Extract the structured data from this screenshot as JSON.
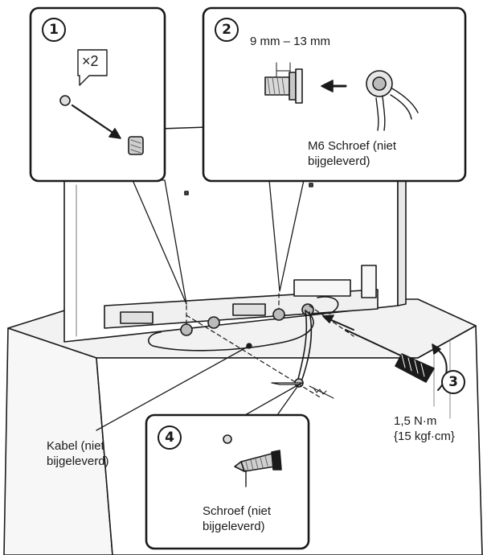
{
  "steps": [
    "1",
    "2",
    "3",
    "4"
  ],
  "step1": {
    "quantity": "×2"
  },
  "step2": {
    "dimension": "9 mm – 13 mm",
    "screw_label_l1": "M6 Schroef (niet",
    "screw_label_l2": "bijgeleverd)"
  },
  "step3": {
    "torque_l1": "1,5 N·m",
    "torque_l2": "{15 kgf·cm}"
  },
  "cable": {
    "label_l1": "Kabel (niet",
    "label_l2": "bijgeleverd)"
  },
  "step4": {
    "screw_label_l1": "Schroef (niet",
    "screw_label_l2": "bijgeleverd)"
  },
  "colors": {
    "line": "#1a1a1a",
    "fill_light": "#f2f2f2",
    "fill_mid": "#d9d9d9",
    "fill_dark": "#8c8c8c"
  }
}
